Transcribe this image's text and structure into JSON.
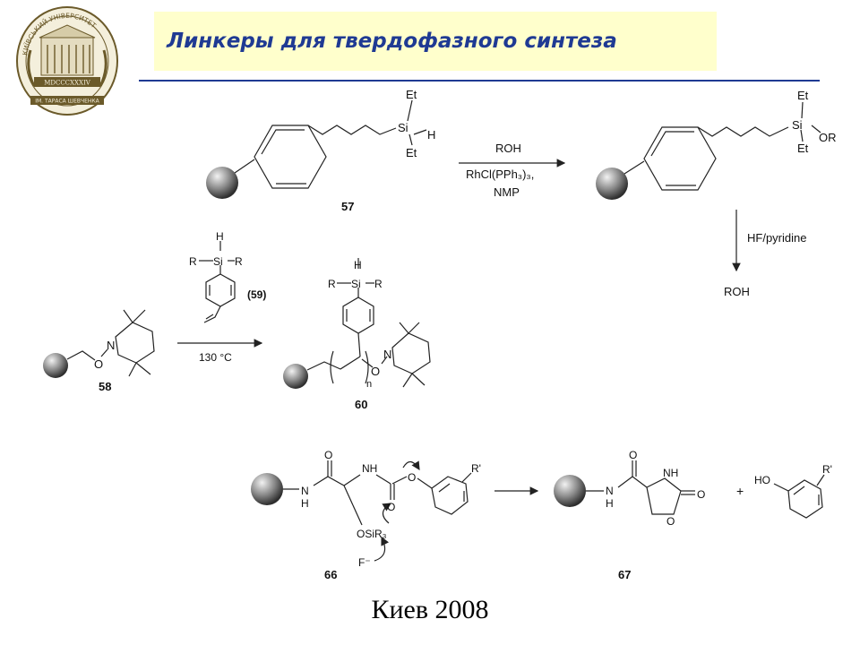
{
  "header": {
    "title": "Линкеры для твердофазного синтеза"
  },
  "seal": {
    "ring_text": "КИЇВСЬКИЙ УНІВЕРСИТЕТ",
    "date_banner": "MDCCCXXXIV",
    "bottom_banner": "ІМ. ТАРАСА ШЕВЧЕНКА"
  },
  "scheme": {
    "compound_57": "57",
    "compound_58": "58",
    "compound_59": "(59)",
    "compound_60": "60",
    "compound_66": "66",
    "compound_67": "67",
    "si": "Si",
    "et": "Et",
    "h": "H",
    "or": "OR",
    "r": "R",
    "rprime": "R'",
    "n_atom": "N",
    "o_atom": "O",
    "n_sub": "n",
    "nh": "NH",
    "ho": "HO",
    "osir3": "OSiR₃",
    "f_minus": "F⁻",
    "reagent_roh": "ROH",
    "reagent_rhcl": "RhCl(PPh₃)₃,",
    "reagent_nmp": "NMP",
    "reagent_hf": "HF/pyridine",
    "product_roh": "ROH",
    "temp": "130 °C",
    "plus": "+"
  },
  "colors": {
    "title": "#1f3a93",
    "title_bg": "#ffffcc",
    "rule": "#1f3a93",
    "seal": "#6b5a2a"
  },
  "footer": {
    "text": "Киев 2008"
  }
}
